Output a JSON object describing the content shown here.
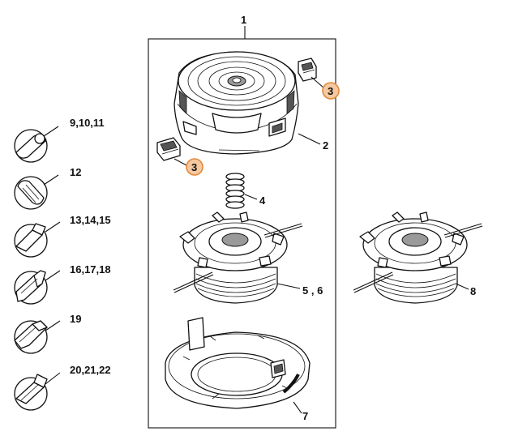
{
  "colors": {
    "line": "#111111",
    "callout_fill": "#f5c8a0",
    "callout_stroke": "#e08a3c",
    "shading": "#9a9a9a",
    "background": "#ffffff"
  },
  "assembly_label": "1",
  "callouts": [
    {
      "id": "callout-3-top",
      "label": "3"
    },
    {
      "id": "callout-3-left",
      "label": "3"
    }
  ],
  "part_labels": {
    "cap": "2",
    "spring": "4",
    "spool": "5 , 6",
    "spool_alt": "8",
    "housing": "7"
  },
  "line_types": [
    {
      "label": "9,10,11",
      "shape": "round-line-icon"
    },
    {
      "label": "12",
      "shape": "twisted-line-icon"
    },
    {
      "label": "13,14,15",
      "shape": "square-line-icon"
    },
    {
      "label": "16,17,18",
      "shape": "star-line-icon"
    },
    {
      "label": "19",
      "shape": "cross-line-icon"
    },
    {
      "label": "20,21,22",
      "shape": "square-edge-line-icon"
    }
  ]
}
